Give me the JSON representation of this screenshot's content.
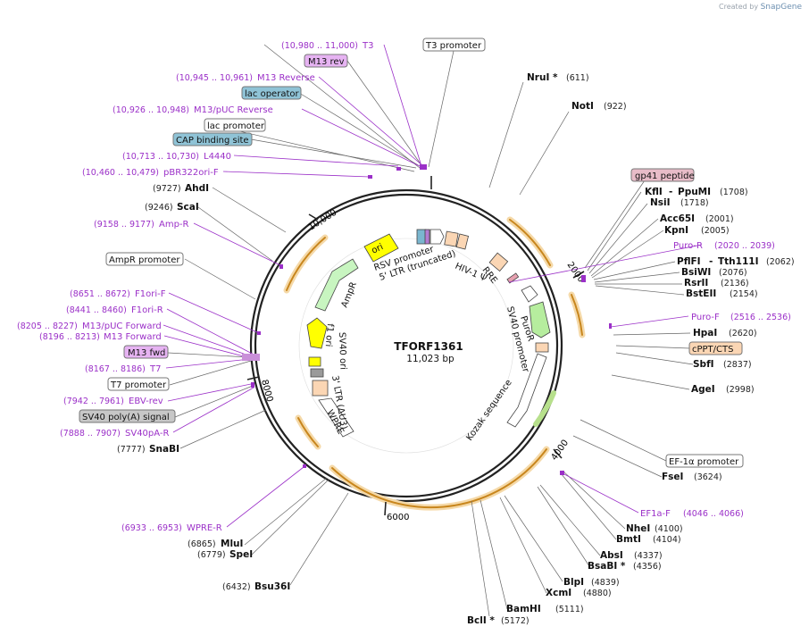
{
  "credit": {
    "prefix": "Created by",
    "brand": "SnapGene"
  },
  "plasmid": {
    "name": "TFORF1361",
    "size_label": "11,023 bp",
    "total": 11023
  },
  "ticks": [
    "2000",
    "4000",
    "6000",
    "8000",
    "10,000"
  ],
  "enzymes": [
    {
      "name": "NruI *",
      "pos": "(611)"
    },
    {
      "name": "NotI",
      "pos": "(922)"
    },
    {
      "name": "KflI",
      "extra": "PpuMI",
      "pos": "(1708)"
    },
    {
      "name": "NsiI",
      "pos": "(1718)"
    },
    {
      "name": "Acc65I",
      "pos": "(2001)"
    },
    {
      "name": "KpnI",
      "pos": "(2005)"
    },
    {
      "name": "PflFI",
      "extra": "Tth111I",
      "pos": "(2062)"
    },
    {
      "name": "BsiWI",
      "pos": "(2076)"
    },
    {
      "name": "RsrII",
      "pos": "(2136)"
    },
    {
      "name": "BstEII",
      "pos": "(2154)"
    },
    {
      "name": "HpaI",
      "pos": "(2620)"
    },
    {
      "name": "SbfI",
      "pos": "(2837)"
    },
    {
      "name": "AgeI",
      "pos": "(2998)"
    },
    {
      "name": "FseI",
      "pos": "(3624)"
    },
    {
      "name": "NheI",
      "pos": "(4100)"
    },
    {
      "name": "BmtI",
      "pos": "(4104)"
    },
    {
      "name": "AbsI",
      "pos": "(4337)"
    },
    {
      "name": "BsaBI *",
      "pos": "(4356)"
    },
    {
      "name": "BlpI",
      "pos": "(4839)"
    },
    {
      "name": "XcmI",
      "pos": "(4880)"
    },
    {
      "name": "BamHI",
      "pos": "(5111)"
    },
    {
      "name": "BclI *",
      "pos": "(5172)"
    },
    {
      "name": "Bsu36I",
      "pos": "(6432)"
    },
    {
      "name": "SpeI",
      "pos": "(6779)"
    },
    {
      "name": "MluI",
      "pos": "(6865)"
    },
    {
      "name": "SnaBI",
      "pos": "(7777)"
    },
    {
      "name": "ScaI",
      "pos": "(9246)"
    },
    {
      "name": "AhdI",
      "pos": "(9727)"
    }
  ],
  "primers": [
    {
      "name": "T3",
      "pos": "(10,980 .. 11,000)"
    },
    {
      "name": "M13 Reverse",
      "pos": "(10,945 .. 10,961)"
    },
    {
      "name": "M13/pUC Reverse",
      "pos": "(10,926 .. 10,948)"
    },
    {
      "name": "L4440",
      "pos": "(10,713 .. 10,730)"
    },
    {
      "name": "pBR322ori-F",
      "pos": "(10,460 .. 10,479)"
    },
    {
      "name": "Amp-R",
      "pos": "(9158 .. 9177)"
    },
    {
      "name": "F1ori-F",
      "pos": "(8651 .. 8672)"
    },
    {
      "name": "F1ori-R",
      "pos": "(8441 .. 8460)"
    },
    {
      "name": "M13/pUC Forward",
      "pos": "(8205 .. 8227)"
    },
    {
      "name": "M13 Forward",
      "pos": "(8196 .. 8213)"
    },
    {
      "name": "T7",
      "pos": "(8167 .. 8186)"
    },
    {
      "name": "EBV-rev",
      "pos": "(7942 .. 7961)"
    },
    {
      "name": "SV40pA-R",
      "pos": "(7888 .. 7907)"
    },
    {
      "name": "WPRE-R",
      "pos": "(6933 .. 6953)"
    },
    {
      "name": "Puro-R",
      "pos": "(2020 .. 2039)"
    },
    {
      "name": "Puro-F",
      "pos": "(2516 .. 2536)"
    },
    {
      "name": "EF1a-F",
      "pos": "(4046 .. 4066)"
    }
  ],
  "boxed": [
    {
      "name": "T3 promoter"
    },
    {
      "name": "M13 rev"
    },
    {
      "name": "lac operator"
    },
    {
      "name": "lac promoter"
    },
    {
      "name": "CAP binding site"
    },
    {
      "name": "AmpR promoter"
    },
    {
      "name": "M13 fwd"
    },
    {
      "name": "T7 promoter"
    },
    {
      "name": "SV40 poly(A) signal"
    },
    {
      "name": "gp41 peptide"
    },
    {
      "name": "cPPT/CTS"
    },
    {
      "name": "EF-1α promoter"
    }
  ],
  "inner_labels": [
    "RSV promoter",
    "5' LTR (truncated)",
    "HIV-1 Ψ",
    "RRE",
    "PuroR",
    "SV40 promoter",
    "Kozak sequence",
    "WPRE",
    "3' LTR (ΔU3)",
    "SV40 ori",
    "f1 ori",
    "AmpR",
    "ori"
  ]
}
